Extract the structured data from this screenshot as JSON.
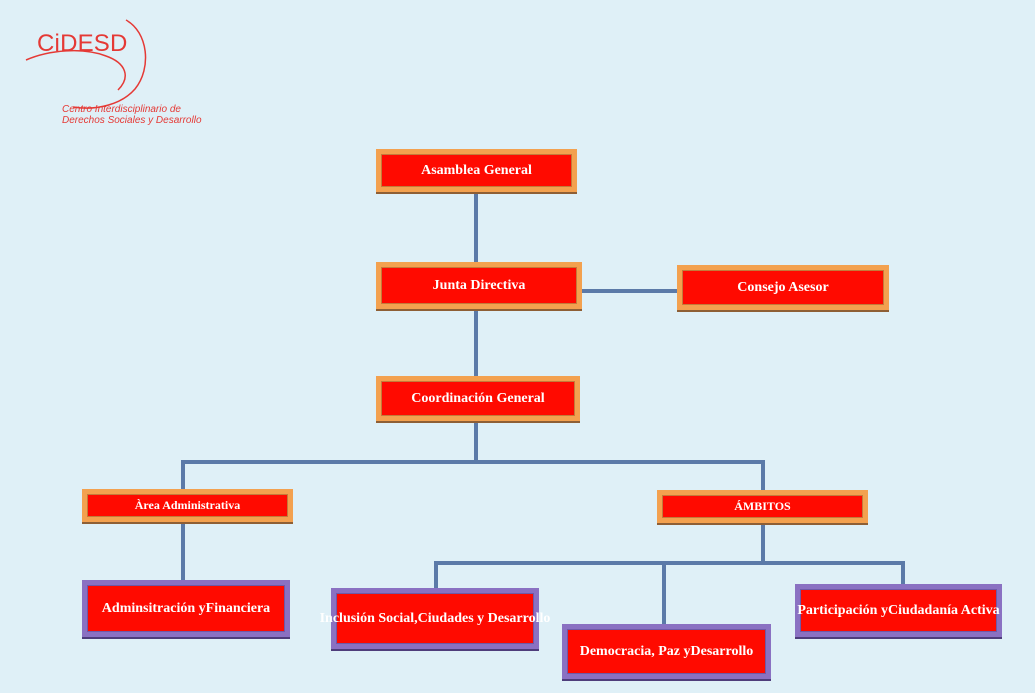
{
  "logo": {
    "name": "CiDESD",
    "subtitle_line_1": "Centro Interdisciplinario de",
    "subtitle_line_2": "Derechos Sociales y Desarrollo"
  },
  "nodes": {
    "asamblea_general": "Asamblea General",
    "junta_directiva": "Junta Directiva",
    "consejo_asesor": "Consejo Asesor",
    "coordinacion_general": "Coordinación General",
    "area_administrativa": "Àrea Administrativa",
    "ambitos": "ÁMBITOS",
    "administracion_financiera": {
      "line_1": "Adminsitración y",
      "line_2": "Financiera"
    },
    "inclusion_social": {
      "line_1": "Inclusión Social,",
      "line_2": "Ciudades y Desarrollo"
    },
    "democracia_paz": {
      "line_1": "Democracia, Paz y",
      "line_2": "Desarrollo"
    },
    "participacion_ciudadania": {
      "line_1": "Participación y",
      "line_2": "Ciudadanía Activa"
    }
  },
  "colors": {
    "background": "#dff0f7",
    "logo_red": "#e53935",
    "box_fill": "#ff0a00",
    "orange_border": "#f3a14f",
    "purple_border": "#8a71c2",
    "connector": "#5b7aa8"
  }
}
